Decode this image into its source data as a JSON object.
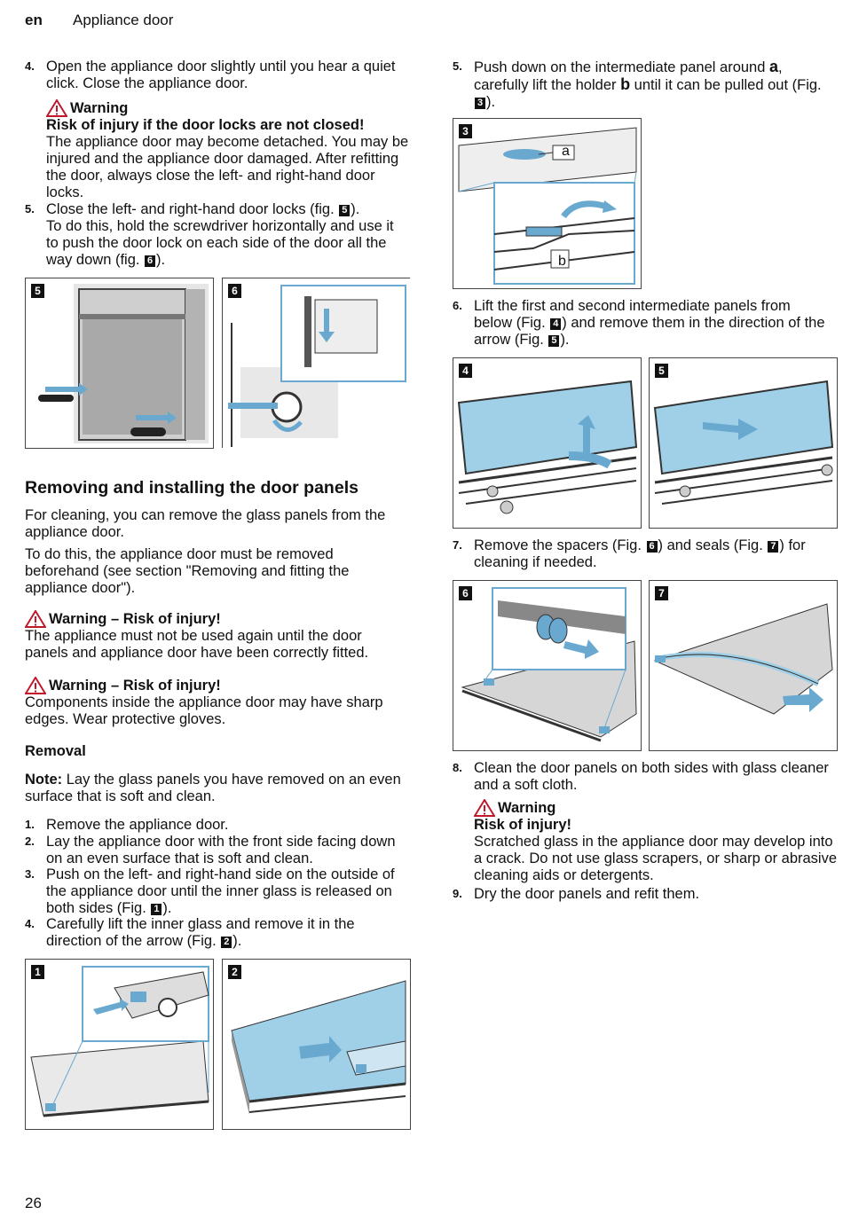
{
  "header": {
    "lang": "en",
    "title": "Appliance door"
  },
  "page_number": "26",
  "left_top": {
    "step4": {
      "num": "4.",
      "text": "Open the appliance door slightly until you hear a quiet click. Close the appliance door."
    },
    "warning": {
      "title": "Warning",
      "subtitle": "Risk of injury if the door locks are not closed!",
      "body": "The appliance door may become detached. You may be injured and the appliance door damaged. After refitting the door, always close the left- and right-hand door locks."
    },
    "step5": {
      "num": "5.",
      "line1a": "Close the left- and right-hand door locks (fig. ",
      "line1fig": "5",
      "line1b": ").",
      "line2a": "To do this, hold the screwdriver horizontally and use it to push the door lock on each side of the door all the way down (fig. ",
      "line2fig": "6",
      "line2b": ")."
    },
    "fig5": {
      "badge": "5"
    },
    "fig6": {
      "badge": "6"
    }
  },
  "section": {
    "title": "Removing and installing the door panels",
    "p1": "For cleaning, you can remove the glass panels from the appliance door.",
    "p2": "To do this, the appliance door must be removed beforehand (see section \"Removing and fitting the appliance door\").",
    "warn1": {
      "title": "Warning – Risk of injury!",
      "body": "The appliance must not be used again until the door panels and appliance door have been correctly fitted."
    },
    "warn2": {
      "title": "Warning – Risk of injury!",
      "body": "Components inside the appliance door may have sharp edges. Wear protective gloves."
    },
    "removal": "Removal",
    "note_label": "Note:",
    "note_text": " Lay the glass panels you have removed on an even surface that is soft and clean.",
    "steps": [
      {
        "num": "1.",
        "text": "Remove the appliance door."
      },
      {
        "num": "2.",
        "text": "Lay the appliance door with the front side facing down on an even surface that is soft and clean."
      },
      {
        "num": "3.",
        "a": "Push on the left- and right-hand side on the outside of the appliance door until the inner glass is released on both sides (Fig. ",
        "fig": "1",
        "b": ")."
      },
      {
        "num": "4.",
        "a": "Carefully lift the inner glass and remove it in the direction of the arrow (Fig. ",
        "fig": "2",
        "b": ")."
      }
    ],
    "fig1": {
      "badge": "1"
    },
    "fig2": {
      "badge": "2"
    }
  },
  "right": {
    "step5": {
      "num": "5.",
      "a": "Push down on the intermediate panel around ",
      "bold_a": "a",
      "b": ", carefully lift the holder ",
      "bold_b": "b",
      "c": " until it can be pulled out (Fig. ",
      "fig": "3",
      "d": ")."
    },
    "fig3": {
      "badge": "3",
      "label_a": "a",
      "label_b": "b"
    },
    "step6": {
      "num": "6.",
      "a": "Lift the first and second intermediate panels from below (Fig. ",
      "fig1": "4",
      "b": ") and remove them in the direction of the arrow (Fig. ",
      "fig2": "5",
      "c": ")."
    },
    "fig4": {
      "badge": "4"
    },
    "fig5": {
      "badge": "5"
    },
    "step7": {
      "num": "7.",
      "a": "Remove the spacers (Fig. ",
      "fig1": "6",
      "b": ") and seals (Fig. ",
      "fig2": "7",
      "c": ") for cleaning if needed."
    },
    "fig6": {
      "badge": "6"
    },
    "fig7": {
      "badge": "7"
    },
    "step8": {
      "num": "8.",
      "text": "Clean the door panels on both sides with glass cleaner and a soft cloth."
    },
    "warning": {
      "title": "Warning",
      "subtitle": "Risk of injury!",
      "body": "Scratched glass in the appliance door may develop into a crack. Do not use glass scrapers, or sharp or abrasive cleaning aids or detergents."
    },
    "step9": {
      "num": "9.",
      "text": "Dry the door panels and refit them."
    }
  }
}
